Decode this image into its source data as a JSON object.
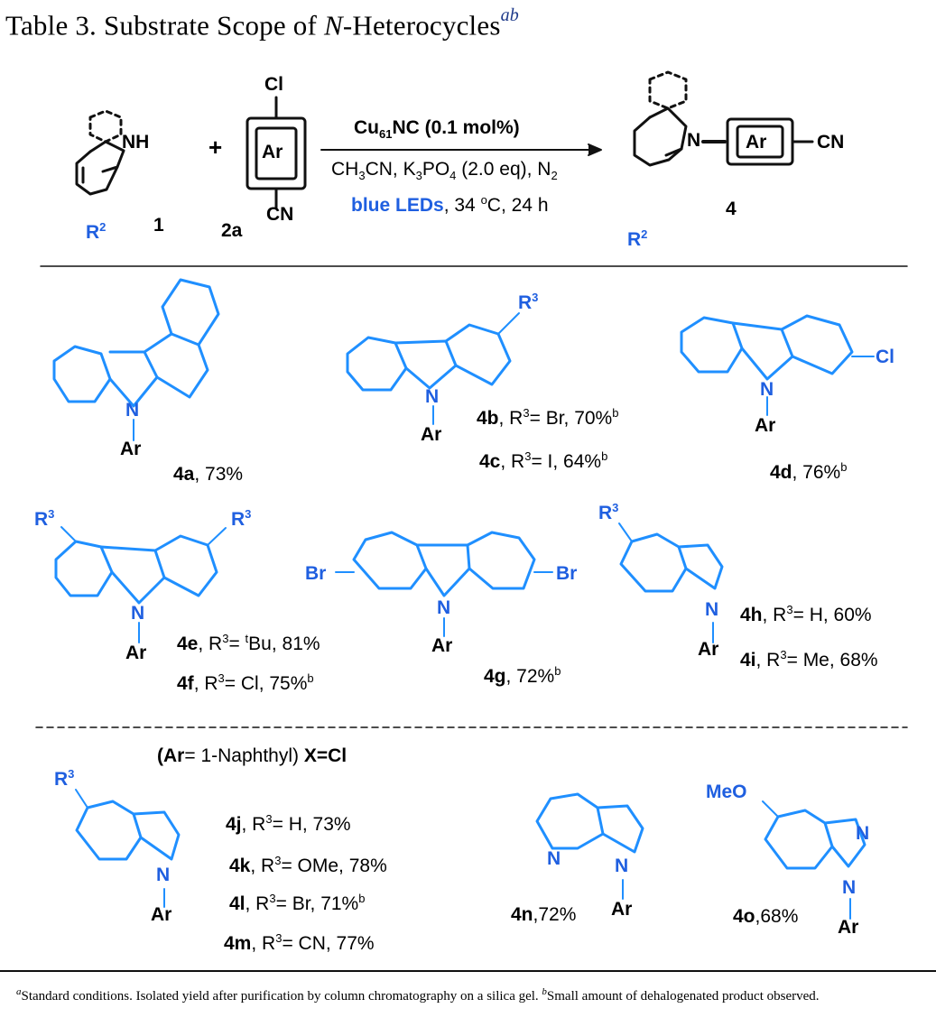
{
  "title": {
    "prefix": "Table 3. Substrate Scope of ",
    "italic": "N",
    "suffix": "-Heterocycles",
    "sup": "ab"
  },
  "scheme": {
    "cl": "Cl",
    "nh": "NH",
    "plus": "+",
    "ar": "Ar",
    "cn": "CN",
    "r": "R",
    "r_sup": "2",
    "label_1": "1",
    "label_2a": "2a",
    "label_4": "4",
    "n": "N",
    "catalyst": {
      "a": "Cu",
      "sub": "61",
      "b": "NC (0.1 mol%)"
    },
    "cond": {
      "a": "CH",
      "s1": "3",
      "b": "CN, K",
      "s2": "3",
      "c": "PO",
      "s3": "4",
      "d": " (2.0 eq), N",
      "s4": "2"
    },
    "light": {
      "blue": "blue LEDs",
      "rest1": ", 34 ",
      "sup": "o",
      "rest2": "C, 24 h"
    }
  },
  "atoms": {
    "n": "N",
    "ar": "Ar",
    "r3": "R",
    "r3_sup": "3",
    "cl": "Cl",
    "br": "Br",
    "meo": "MeO"
  },
  "entries": {
    "a": {
      "code": "4a",
      "text": ", 73%"
    },
    "b": {
      "code": "4b",
      "r": ", R",
      "sup": "3",
      "text": "= Br, 70%",
      "note": "b"
    },
    "c": {
      "code": "4c",
      "r": ", R",
      "sup": "3",
      "text": "= I, 64%",
      "note": "b"
    },
    "d": {
      "code": "4d",
      "text": ", 76%",
      "note": "b"
    },
    "e": {
      "code": "4e",
      "r": ", R",
      "sup": "3",
      "text": "= ",
      "tsup": "t",
      "text2": "Bu, 81%"
    },
    "f": {
      "code": "4f",
      "r": ", R",
      "sup": "3",
      "text": "= Cl, 75%",
      "note": "b"
    },
    "g": {
      "code": "4g",
      "text": ", 72%",
      "note": "b"
    },
    "h": {
      "code": "4h",
      "r": ", R",
      "sup": "3",
      "text": "= H, 60%"
    },
    "i": {
      "code": "4i",
      "r": ", R",
      "sup": "3",
      "text": "= Me, 68%"
    },
    "j": {
      "code": "4j",
      "r": ", R",
      "sup": "3",
      "text": "= H, 73%"
    },
    "k": {
      "code": "4k",
      "r": ", R",
      "sup": "3",
      "text": "= OMe, 78%"
    },
    "l": {
      "code": "4l",
      "r": ", R",
      "sup": "3",
      "text": "= Br, 71%",
      "note": "b"
    },
    "m": {
      "code": "4m",
      "r": ", R",
      "sup": "3",
      "text": "= CN, 77%"
    },
    "n": {
      "code": "4n",
      "text": ",72%"
    },
    "o": {
      "code": "4o",
      "text": ",68%"
    }
  },
  "section": {
    "ar": "(Ar",
    "rest": "= 1-Naphthyl)",
    "x": "X=Cl"
  },
  "footnote": {
    "a_mark": "a",
    "a_text": "Standard conditions. Isolated yield after purification by column chromatography on a silica gel. ",
    "b_mark": "b",
    "b_text": "Small amount of dehalogenated product observed."
  },
  "colors": {
    "structure": "#1f8fff",
    "accent_blue": "#1f5fe0",
    "title_sup": "#1e3a8a"
  }
}
